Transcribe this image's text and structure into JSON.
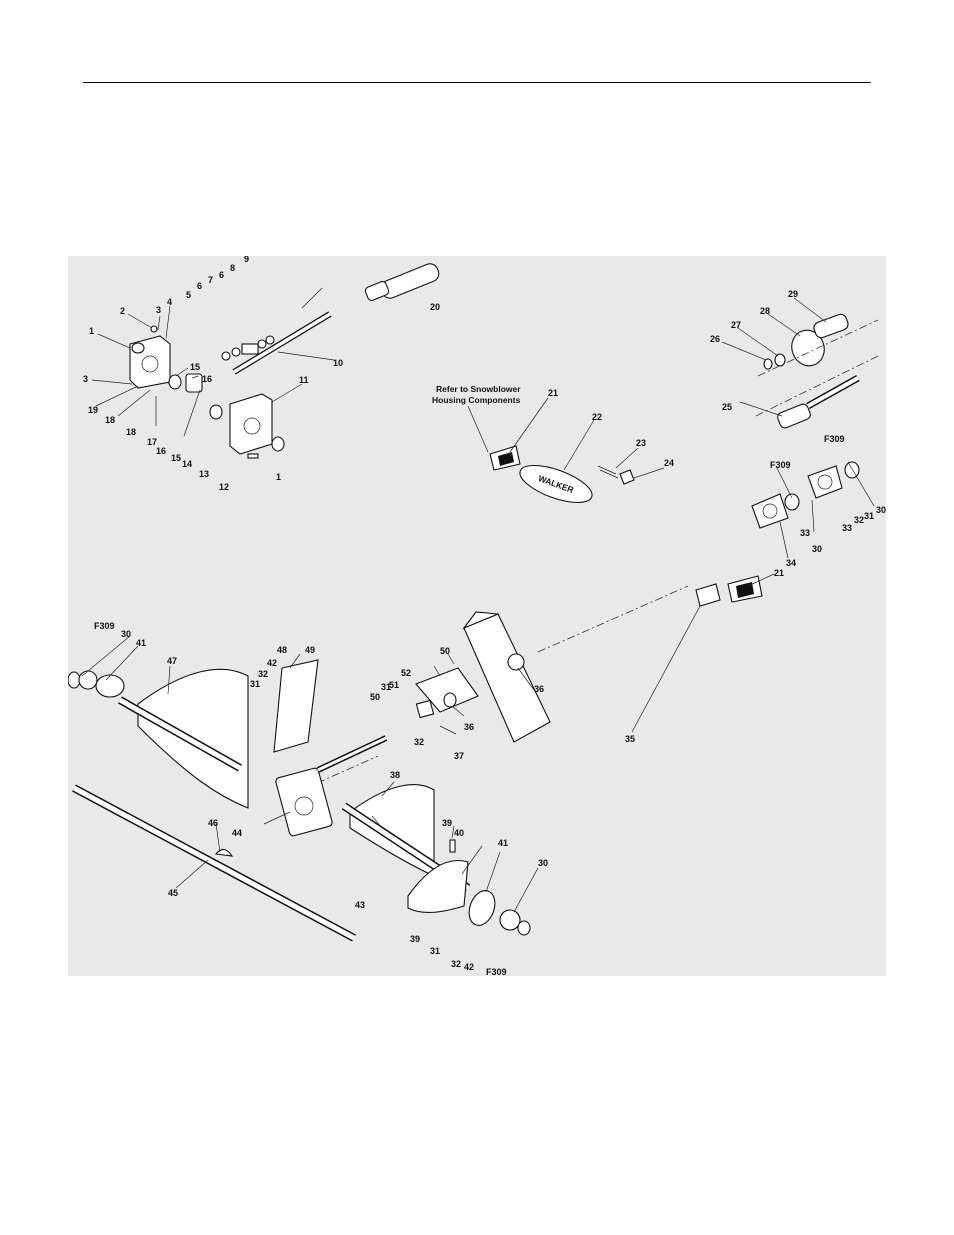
{
  "note": {
    "line1": "Refer to Snowblower",
    "line2": "Housing Components"
  },
  "decal_text": "WALKER",
  "callouts": {
    "c1a": "1",
    "c1b": "1",
    "c2": "2",
    "c3a": "3",
    "c3b": "3",
    "c4": "4",
    "c5": "5",
    "c6a": "6",
    "c6b": "6",
    "c7": "7",
    "c8": "8",
    "c9": "9",
    "c10": "10",
    "c11": "11",
    "c12": "12",
    "c13": "13",
    "c14": "14",
    "c15a": "15",
    "c15b": "15",
    "c16a": "16",
    "c16b": "16",
    "c17": "17",
    "c18a": "18",
    "c18b": "18",
    "c19": "19",
    "c20": "20",
    "c21a": "21",
    "c21b": "21",
    "c22": "22",
    "c23": "23",
    "c24": "24",
    "c25": "25",
    "c26": "26",
    "c27": "27",
    "c28": "28",
    "c29": "29",
    "c30a": "30",
    "c30b": "30",
    "c30c": "30",
    "c30d": "30",
    "c31a": "31",
    "c31b": "31",
    "c31c": "31",
    "c31d": "31",
    "c32a": "32",
    "c32b": "32",
    "c32c": "32",
    "c32d": "32",
    "c33a": "33",
    "c33b": "33",
    "c34": "34",
    "c35": "35",
    "c36a": "36",
    "c36b": "36",
    "c37": "37",
    "c38": "38",
    "c39a": "39",
    "c39b": "39",
    "c40": "40",
    "c41a": "41",
    "c41b": "41",
    "c42a": "42",
    "c42b": "42",
    "c43": "43",
    "c44": "44",
    "c45": "45",
    "c46": "46",
    "c47": "47",
    "c48": "48",
    "c49": "49",
    "c50a": "50",
    "c50b": "50",
    "c51": "51",
    "c52": "52",
    "f309a": "F309",
    "f309b": "F309",
    "f309c": "F309",
    "f309d": "F309"
  }
}
